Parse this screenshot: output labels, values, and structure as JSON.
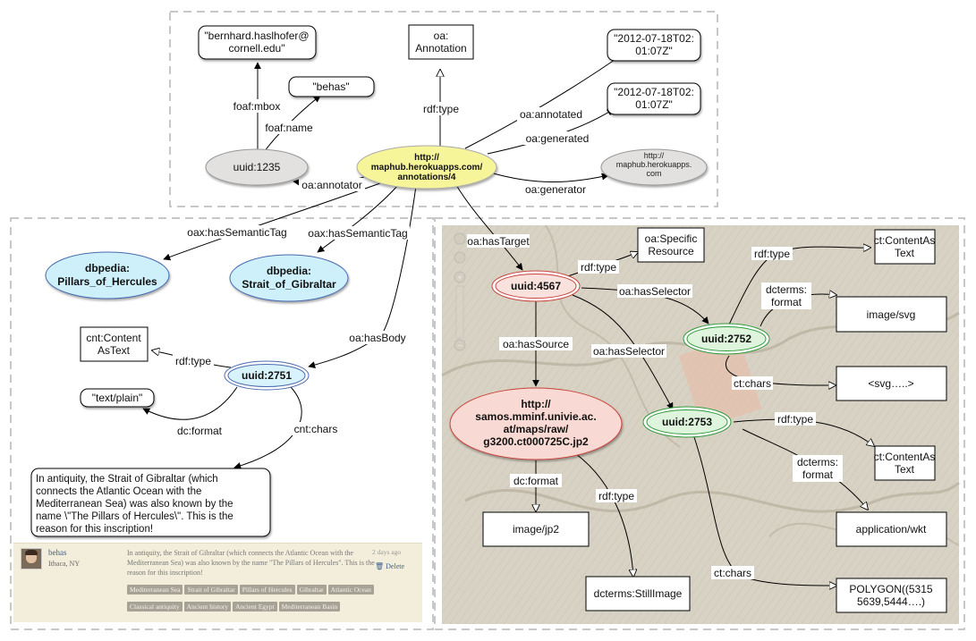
{
  "nodes": {
    "mbox_literal": "\"bernhard.haslhofer@cornell.edu\"",
    "annotation_class": "oa: Annotation",
    "annotated_literal": "\"2012-07-18T02:01:07Z\"",
    "generated_literal": "\"2012-07-18T02:01:07Z\"",
    "name_literal": "\"behas\"",
    "uuid_1235": "uuid:1235",
    "annotation_uri": "http://maphub.herokuapps.com/annotations/4",
    "generator_uri": "http://maphub.herokuapps.com",
    "dbpedia_pillars": "dbpedia: Pillars_of_Hercules",
    "dbpedia_strait": "dbpedia: Strait_of_Gibraltar",
    "body_type": "cnt:Content AsText",
    "uuid_2751": "uuid:2751",
    "text_plain": "\"text/plain\"",
    "body_text": "In antiquity, the Strait of Gibraltar (which connects the Atlantic Ocean with the Mediterranean Sea) was also known by the name \\\"The Pillars of Hercules\\\". This is the reason for this inscription!",
    "uuid_4567": "uuid:4567",
    "specific_resource": "oa:Specific Resource",
    "source_uri": "http://samos.mminf.univie.ac.at/maps/raw/g3200.ct000725C.jp2",
    "image_jp2": "image/jp2",
    "still_image": "dcterms:StillImage",
    "uuid_2752": "uuid:2752",
    "content_as_text_1": "ct:ContentAs Text",
    "image_svg": "image/svg",
    "svg_literal": "<svg…..>",
    "uuid_2753": "uuid:2753",
    "content_as_text_2": "ct:ContentAs Text",
    "wkt": "application/wkt",
    "polygon": "POLYGON((5315 5639,5444….)"
  },
  "edges": {
    "foaf_mbox": "foaf:mbox",
    "foaf_name": "foaf:name",
    "rdf_type_top": "rdf:type",
    "oa_annotated": "oa:annotated",
    "oa_generated": "oa:generated",
    "oa_annotator": "oa:annotator",
    "oa_generator": "oa:generator",
    "oax_has_semantic_tag_1": "oax:hasSemanticTag",
    "oax_has_semantic_tag_2": "oax:hasSemanticTag",
    "oa_has_body": "oa:hasBody",
    "rdf_type_body": "rdf:type",
    "dc_format": "dc:format",
    "cnt_chars": "cnt:chars",
    "oa_has_target": "oa:hasTarget",
    "rdf_type_target": "rdf:type",
    "oa_has_selector_1": "oa:hasSelector",
    "oa_has_selector_2": "oa:hasSelector",
    "oa_has_source": "oa:hasSource",
    "rdf_type_2752": "rdf:type",
    "dcterms_format_2752": "dcterms: format",
    "ct_chars_2752": "ct:chars",
    "rdf_type_2753": "rdf:type",
    "dcterms_format_2753": "dcterms: format",
    "ct_chars_2753": "ct:chars",
    "dc_format_source": "dc:format",
    "rdf_type_source": "rdf:type"
  },
  "widget": {
    "user": "behas",
    "location": "Ithaca, NY",
    "text": "In antiquity, the Strait of Gibraltar (which connects the Atlantic Ocean with the Mediterranean Sea) was also known by the name \"The Pillars of Hercules\". This is the reason for this inscription!",
    "time": "2 days ago",
    "delete_label": "Delete",
    "tags": [
      "Mediterranean Sea",
      "Strait of Gibraltar",
      "Pillars of Hercules",
      "Gibraltar",
      "Atlantic Ocean",
      "Classical antiquity",
      "Ancient history",
      "Ancient Egypt",
      "Mediterranean Basin"
    ]
  },
  "colors": {
    "annotation_fill": "#f7f59a",
    "user_fill": "#e2e1df",
    "tag_fill": "#cdf0fb",
    "body_fill": "#d9f3fc",
    "target_fill": "#f9e2dd",
    "selector_fill": "#def4dc",
    "map_background": "#d8d2c4"
  }
}
